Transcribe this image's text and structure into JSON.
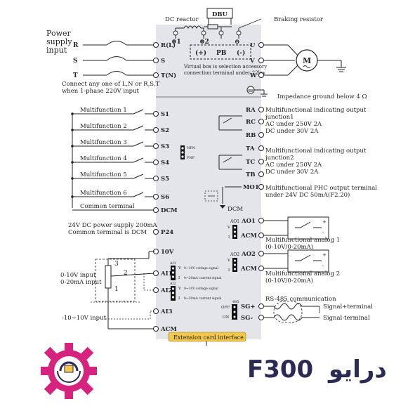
{
  "top": {
    "dc_reactor": "DC reactor",
    "dbu": "DBU",
    "braking_resistor": "Braking resistor",
    "plus1": "⊕1",
    "plus2": "⊕2",
    "minus": "⊖",
    "pb_plus": "(+)",
    "pb": "PB",
    "pb_minus": "(-)",
    "virtual_box_1": "Virtual box is selection accessory",
    "virtual_box_2": "connection terminal under 22kw"
  },
  "power": {
    "title_1": "Power",
    "title_2": "supply",
    "title_3": "input",
    "phase_labels": [
      "R",
      "S",
      "T"
    ],
    "terminal_labels": [
      "R(L)",
      "S",
      "T(N)"
    ],
    "note_1": "Connect any one of  L,N or R,S,T",
    "note_2": "when 1-phase 220V input"
  },
  "output": {
    "terminals": [
      "U",
      "V",
      "W"
    ],
    "motor": "M",
    "ground_note": "Impedance ground below 4 Ω"
  },
  "inputs": {
    "multifunction": [
      "Multifunction 1",
      "Multifunction 2",
      "Multifunction 3",
      "Multifunction 4",
      "Multifunction 5",
      "Multifunction 6"
    ],
    "terminals": [
      "S1",
      "S2",
      "S3",
      "S4",
      "S5",
      "S6"
    ],
    "npn": "NPN",
    "pnp": "PNP",
    "common_terminal": "Common terminal",
    "dcm": "DCM",
    "p24_note_1": "24V DC power supply 200mA",
    "p24_note_2": "Common terminal is DCM",
    "p24": "P24",
    "v10": "10V"
  },
  "analog_in": {
    "input_1": "0-10V input",
    "input_2": "0-20mA input",
    "pot_labels": [
      "3",
      "2",
      "1"
    ],
    "ai1": "AI1",
    "ai2": "AI2",
    "ai3": "AI3",
    "acm": "ACM",
    "ai1_small": "AI1",
    "ai2_small": "AI2",
    "v_mark": "V",
    "i_mark": "I",
    "voltage_signal": "0~10V voltage signal",
    "current_signal": "0~20mA current signal",
    "neg_input": "-10~10V input",
    "extension": "Extension card interface"
  },
  "relays": {
    "r1_terms": [
      "RA",
      "RC",
      "RB"
    ],
    "r1_label_1": "Multifunctional indicating output",
    "r1_label_2": "junction1",
    "r1_label_3": "AC under 250V 2A",
    "r1_label_4": "DC under 30V 2A",
    "r2_terms": [
      "TA",
      "TC",
      "TB"
    ],
    "r2_label_1": "Multifunctional indicating output",
    "r2_label_2": "junction2",
    "r2_label_3": "AC under 250V 2A",
    "r2_label_4": "DC under 30V 2A",
    "mo1": "MO1",
    "mo1_label_1": "Multifunctional PHC output terminal",
    "mo1_label_2": "under 24V DC 50mA(F2.20)",
    "dcm": "DCM"
  },
  "analog_out": {
    "ao1": "AO1",
    "ao2": "AO2",
    "acm": "ACM",
    "ao1_label_1": "Multifunctional analog 1",
    "ao1_label_2": "(0-10V/0-20mA)",
    "ao2_label_1": "Multifunctional analog 2",
    "ao2_label_2": "(0-10V/0-20mA)",
    "v_mark": "V",
    "i_mark": "I"
  },
  "rs485": {
    "title": "RS-485 communication",
    "sg_plus": "SG+",
    "sg_minus": "SG-",
    "signal_plus": "Signal+terminal",
    "signal_minus": "Signal-terminal",
    "off": "OFF",
    "on": "ON",
    "num": "485"
  },
  "caption": {
    "model": "F300",
    "word": "درایو"
  },
  "colors": {
    "panel": "#e4e5e8",
    "line": "#2b2b2b",
    "extension_bg": "#f2c74a",
    "caption": "#2a2a55",
    "logo_magenta": "#d6247e"
  }
}
